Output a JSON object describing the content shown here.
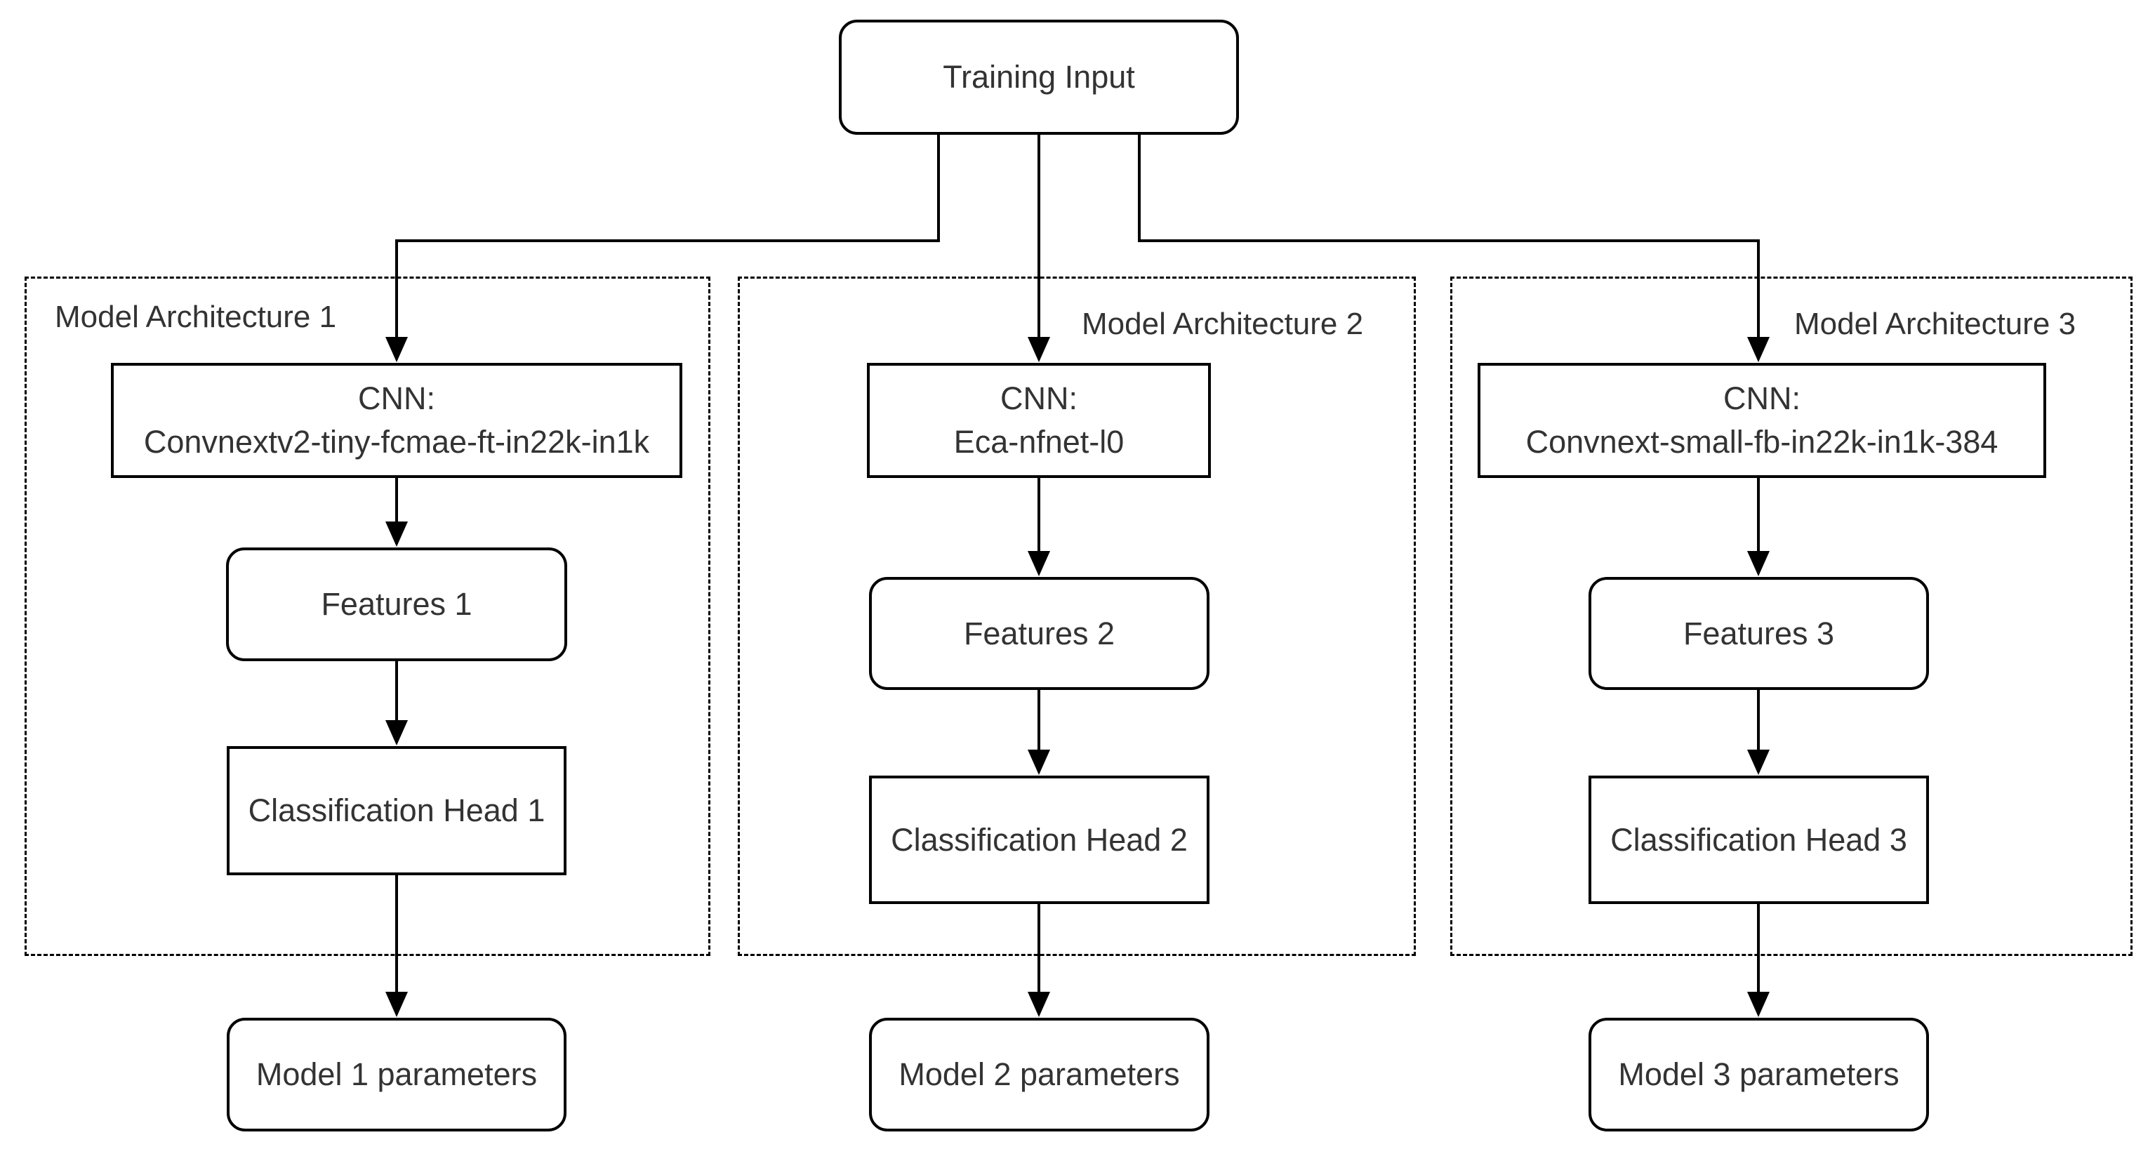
{
  "colors": {
    "border": "#000000",
    "background": "#ffffff",
    "text": "#333333"
  },
  "diagram": {
    "training_input_label": "Training Input",
    "architectures": [
      {
        "frame_label": "Model Architecture 1",
        "cnn_line1": "CNN:",
        "cnn_line2": "Convnextv2-tiny-fcmae-ft-in22k-in1k",
        "features_label": "Features 1",
        "classification_head_label": "Classification Head 1",
        "model_parameters_label": "Model 1 parameters"
      },
      {
        "frame_label": "Model Architecture 2",
        "cnn_line1": "CNN:",
        "cnn_line2": "Eca-nfnet-l0",
        "features_label": "Features 2",
        "classification_head_label": "Classification Head 2",
        "model_parameters_label": "Model 2 parameters"
      },
      {
        "frame_label": "Model Architecture 3",
        "cnn_line1": "CNN:",
        "cnn_line2": "Convnext-small-fb-in22k-in1k-384",
        "features_label": "Features 3",
        "classification_head_label": "Classification Head 3",
        "model_parameters_label": "Model 3 parameters"
      }
    ]
  }
}
